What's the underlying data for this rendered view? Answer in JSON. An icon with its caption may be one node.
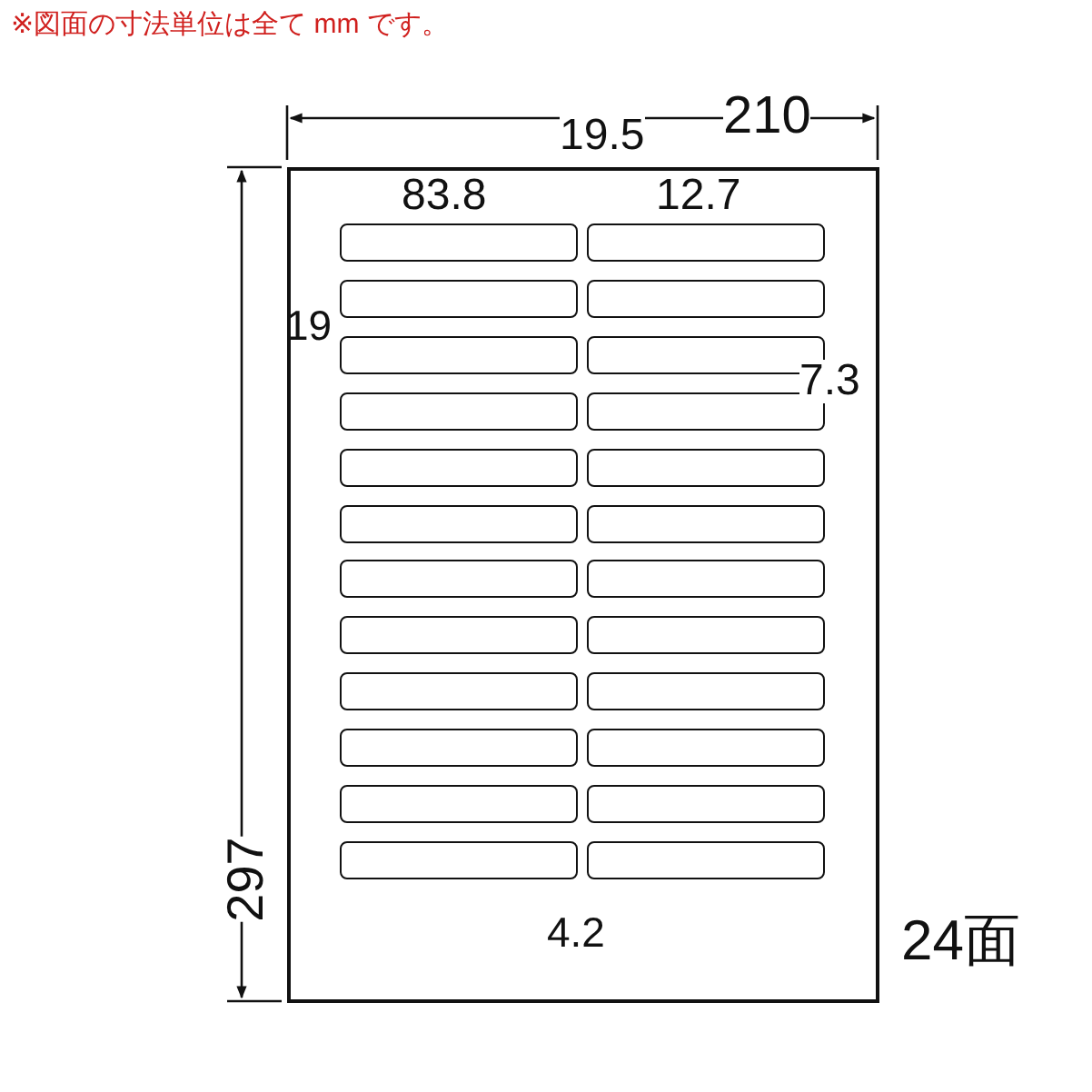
{
  "diagram": {
    "nodes": [
      {
        "text": [],
        "shape": "box"
      },
      {
        "text": [],
        "shape": "box",
        "in": 0
      },
      {
        "text": [],
        "shape": "box",
        "in": 0
      },
      {
        "text": [],
        "shape": "box",
        "in": 0
      },
      {
        "text": [],
        "shape": "box",
        "in": 0
      },
      {
        "text": [],
        "shape": "box",
        "in": 0
      },
      {
        "text": [],
        "shape": "box",
        "in": 0
      },
      {
        "text": [],
        "shape": "box",
        "in": 0
      },
      {
        "text": [],
        "shape": "box",
        "in": 0
      },
      {
        "text": [],
        "shape": "box",
        "in": 0
      },
      {
        "text": [],
        "shape": "box",
        "in": 0
      },
      {
        "text": [],
        "shape": "box",
        "in": 0
      },
      {
        "text": [],
        "shape": "box",
        "in": 0
      },
      {
        "text": [],
        "shape": "box",
        "in": 0
      },
      {
        "text": [],
        "shape": "box",
        "in": 0
      },
      {
        "text": [],
        "shape": "box",
        "in": 0
      },
      {
        "text": [],
        "shape": "box",
        "in": 0
      },
      {
        "text": [],
        "shape": "box",
        "in": 0
      },
      {
        "text": [],
        "shape": "box",
        "in": 0
      },
      {
        "text": [],
        "shape": "box",
        "in": 0
      },
      {
        "text": [],
        "shape": "box",
        "in": 0
      },
      {
        "text": [],
        "shape": "box",
        "in": 0
      },
      {
        "text": [],
        "shape": "box",
        "in": 0
      },
      {
        "text": [],
        "shape": "box",
        "in": 0
      },
      {
        "text": [],
        "shape": "box",
        "in": 0
      }
    ],
    "labels": [
      "※図面の寸法単位は全て mm です。",
      "210",
      "19.5",
      "83.8",
      "12.7",
      "19",
      "7.3",
      "4.2",
      "297",
      "24面"
    ]
  }
}
